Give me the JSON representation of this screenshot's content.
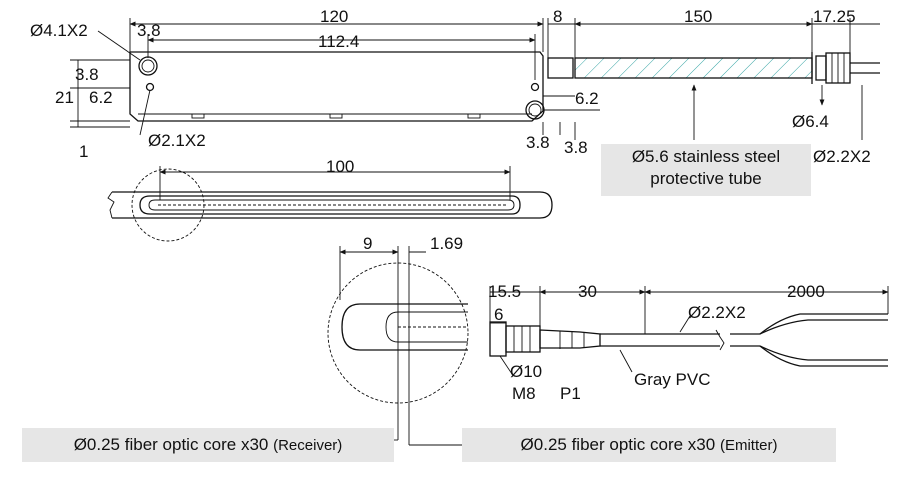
{
  "dimensions": {
    "hole_large": "Ø4.1X2",
    "offset_3_8_top": "3.8",
    "total_length": "120",
    "hole_spacing": "112.4",
    "offset_3_8_left": "3.8",
    "height_21": "21",
    "offset_6_2_left": "6.2",
    "thickness_1": "1",
    "hole_small": "Ø2.1X2",
    "gap_8": "8",
    "tube_length": "150",
    "connector_length": "17.25",
    "offset_6_2_right": "6.2",
    "offset_3_8_bottom_a": "3.8",
    "offset_3_8_bottom_b": "3.8",
    "tube_diameter": "Ø6.4",
    "lead_diameter_top": "Ø2.2X2",
    "array_length": "100",
    "pitch_9": "9",
    "pitch_1_69": "1.69",
    "conn_15_5": "15.5",
    "conn_6": "6",
    "conn_30": "30",
    "cable_2000": "2000",
    "cable_diameter": "Ø2.2X2",
    "conn_diameter": "Ø10"
  },
  "labels": {
    "tube_line1": "Ø5.6 stainless steel",
    "tube_line2": "protective tube",
    "connector_type": "M8",
    "connector_pin": "P1",
    "cable_material": "Gray PVC",
    "receiver_label": "Ø0.25 fiber optic core x30",
    "receiver_tag": "(Receiver)",
    "emitter_label": "Ø0.25 fiber optic core x30",
    "emitter_tag": "(Emitter)"
  }
}
